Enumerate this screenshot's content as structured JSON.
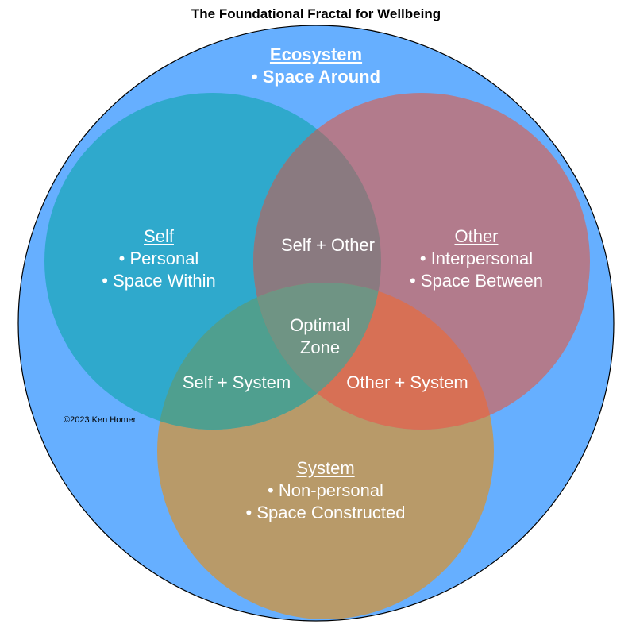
{
  "title": "The Foundational Fractal for Wellbeing",
  "colors": {
    "ecosystem": "#66afff",
    "self": "#2fa9cc",
    "other": "#b27b8c",
    "system": "#b89a69",
    "self_other": "#8a7a80",
    "self_system": "#4f9f8f",
    "other_system": "#d77055",
    "optimal": "#6f9484",
    "text": "#ffffff",
    "outline": "#000000"
  },
  "ecosystem": {
    "heading": "Ecosystem",
    "items": [
      "• Space Around"
    ]
  },
  "self": {
    "heading": "Self",
    "items": [
      "• Personal",
      "•  Space Within"
    ]
  },
  "other": {
    "heading": "Other",
    "items": [
      "• Interpersonal",
      "• Space Between"
    ]
  },
  "system": {
    "heading": "System",
    "items": [
      "• Non-personal",
      "• Space Constructed"
    ]
  },
  "overlaps": {
    "self_other": "Self + Other",
    "self_system": "Self + System",
    "other_system": "Other + System",
    "optimal_line1": "Optimal",
    "optimal_line2": "Zone"
  },
  "copyright": "©2023 Ken Homer"
}
